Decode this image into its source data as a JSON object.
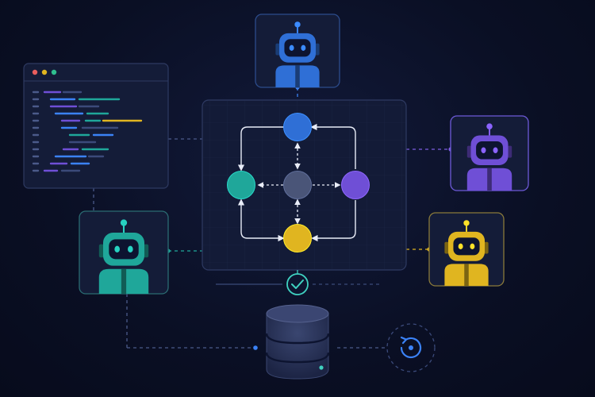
{
  "colors": {
    "background": "#0a0f24",
    "blue": "#2f6fd6",
    "purple": "#6f4fd6",
    "teal": "#1fa79a",
    "yellow": "#e0b520",
    "slate": "#4a5578",
    "check": "#3fd1c0"
  },
  "agents": [
    {
      "id": "top",
      "color": "blue",
      "icon": "robot-icon"
    },
    {
      "id": "right",
      "color": "purple",
      "icon": "robot-icon"
    },
    {
      "id": "left",
      "color": "teal",
      "icon": "robot-icon"
    },
    {
      "id": "bottom-right",
      "color": "yellow",
      "icon": "robot-icon"
    }
  ],
  "orchestrator": {
    "nodes": [
      {
        "id": "top",
        "color": "blue"
      },
      {
        "id": "left",
        "color": "teal"
      },
      {
        "id": "center",
        "color": "slate"
      },
      {
        "id": "right",
        "color": "purple"
      },
      {
        "id": "bottom",
        "color": "yellow"
      }
    ]
  },
  "icons": {
    "code_window": "code-editor-icon",
    "check": "check-circle-icon",
    "database": "database-icon",
    "sync": "refresh-cycle-icon"
  }
}
